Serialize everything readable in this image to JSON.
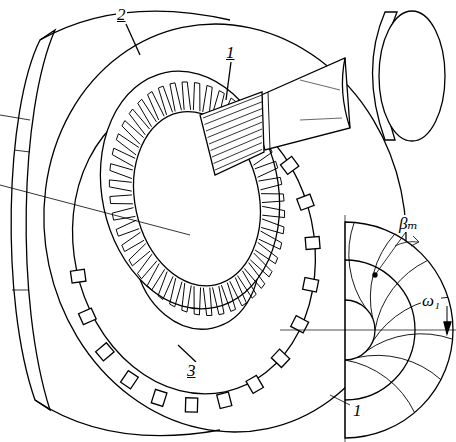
{
  "diagram": {
    "labels": [
      "2",
      "1",
      "3",
      "βₘ",
      "ω₁",
      "1"
    ]
  }
}
